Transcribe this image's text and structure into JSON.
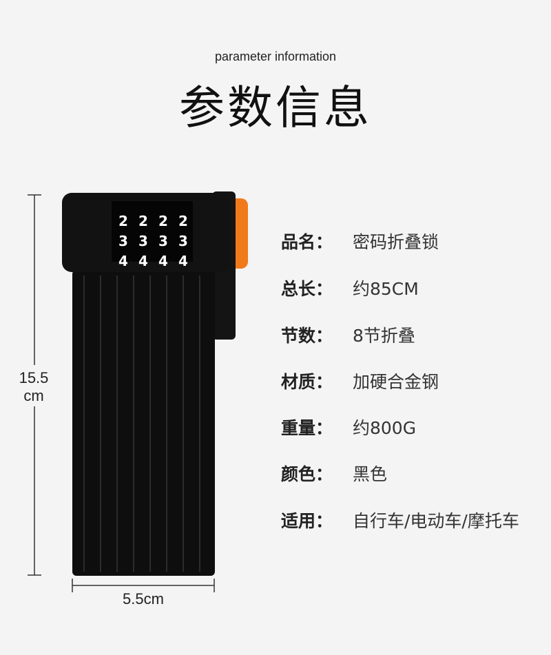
{
  "header": {
    "subtitle": "parameter information",
    "title": "参数信息"
  },
  "specs": [
    {
      "label": "品名：",
      "value": "密码折叠锁"
    },
    {
      "label": "总长：",
      "value": "约85CM"
    },
    {
      "label": "节数：",
      "value": "8节折叠"
    },
    {
      "label": "材质：",
      "value": "加硬合金钢"
    },
    {
      "label": "重量：",
      "value": "约800G"
    },
    {
      "label": "颜色：",
      "value": "黑色"
    },
    {
      "label": "适用：",
      "value": "自行车/电动车/摩托车"
    }
  ],
  "dimensions": {
    "height_value": "15.5",
    "height_unit": "cm",
    "width": "5.5cm"
  },
  "lock": {
    "dial_rows": [
      "2",
      "3",
      "4"
    ],
    "body_color": "#0d0d0d",
    "button_color": "#f07a1a"
  }
}
